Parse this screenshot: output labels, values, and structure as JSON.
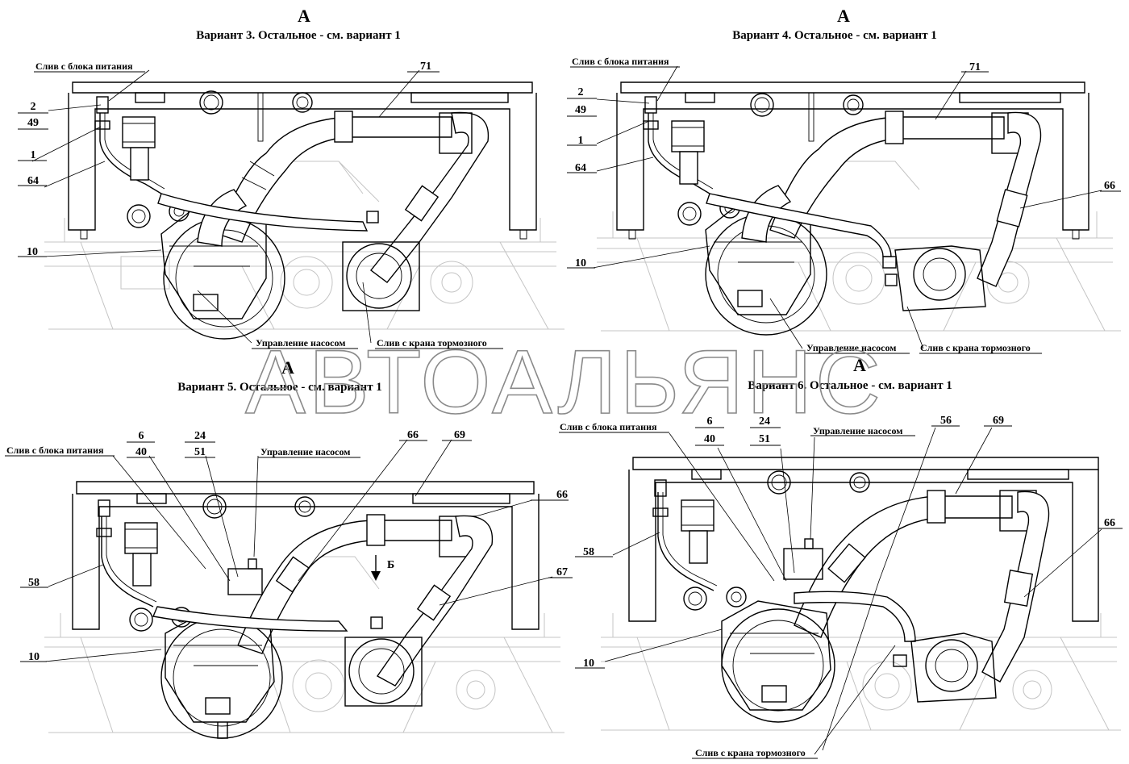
{
  "watermark": "АВТОАЛЬЯНС",
  "colors": {
    "line": "#000000",
    "background_line": "#c4c4c4",
    "watermark": "#8a8a8a"
  },
  "panels": [
    {
      "view_letter": "А",
      "title": "Вариант 3. Остальное - см. вариант 1",
      "labels": {
        "drain_power": "Слив с блока питания",
        "pump_control": "Управление насосом",
        "drain_brake": "Слив с крана тормозного"
      },
      "callouts": {
        "c2": "2",
        "c49": "49",
        "c1": "1",
        "c64": "64",
        "c71": "71",
        "c10": "10"
      }
    },
    {
      "view_letter": "А",
      "title": "Вариант 4. Остальное - см. вариант 1",
      "labels": {
        "drain_power": "Слив с блока питания",
        "pump_control": "Управление насосом",
        "drain_brake": "Слив с крана тормозного"
      },
      "callouts": {
        "c2": "2",
        "c49": "49",
        "c1": "1",
        "c64": "64",
        "c71": "71",
        "c66": "66",
        "c10": "10"
      }
    },
    {
      "view_letter": "А",
      "title": "Вариант 5. Остальное - см. вариант 1",
      "labels": {
        "drain_power": "Слив с блока питания",
        "pump_control": "Управление насосом"
      },
      "callouts": {
        "c6": "6",
        "c40": "40",
        "c24": "24",
        "c51": "51",
        "c66a": "66",
        "c69": "69",
        "c66b": "66",
        "c67": "67",
        "c58": "58",
        "c10": "10",
        "view_b": "Б"
      }
    },
    {
      "view_letter": "А",
      "title": "Вариант 6. Остальное - см. вариант 1",
      "labels": {
        "drain_power": "Слив с блока питания",
        "pump_control": "Управление насосом",
        "drain_brake": "Слив с крана тормозного"
      },
      "callouts": {
        "c6": "6",
        "c40": "40",
        "c24": "24",
        "c51": "51",
        "c56": "56",
        "c69": "69",
        "c66": "66",
        "c58": "58",
        "c10": "10"
      }
    }
  ]
}
